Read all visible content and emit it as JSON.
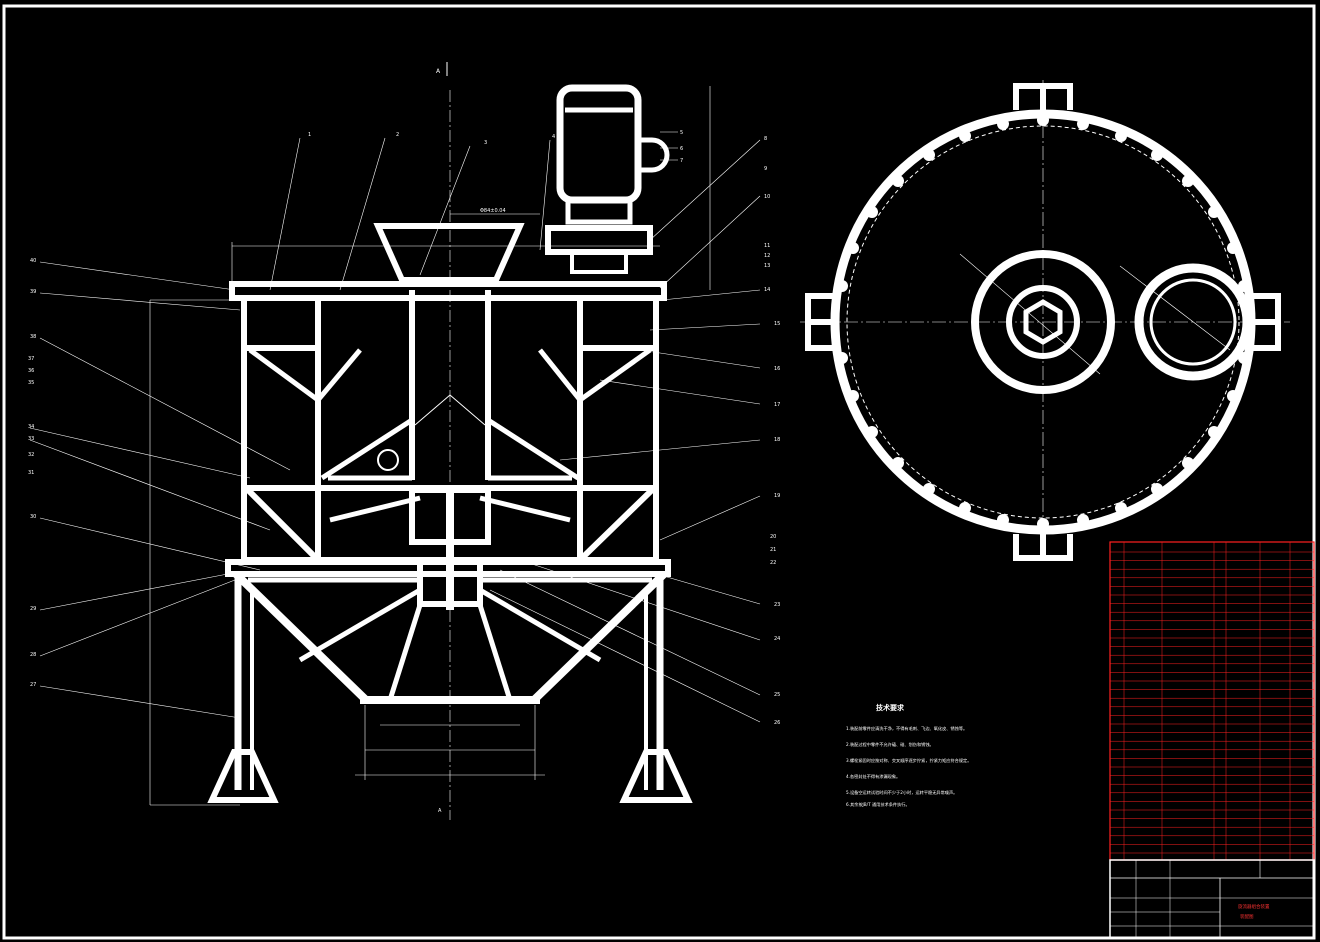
{
  "drawing": {
    "view_label": "A",
    "section_label": "A",
    "dimension_top": "Φ84±0.04",
    "parts_left": [
      "40",
      "39",
      "38",
      "37",
      "36",
      "35",
      "34",
      "33",
      "32",
      "31",
      "30",
      "29",
      "28",
      "27"
    ],
    "parts_top": [
      "1",
      "2",
      "3",
      "4"
    ],
    "parts_motor": [
      "5",
      "6",
      "7"
    ],
    "parts_right": [
      "8",
      "9",
      "10",
      "11",
      "12",
      "13",
      "14",
      "15",
      "16",
      "17",
      "18",
      "19",
      "20",
      "21",
      "22",
      "23",
      "24",
      "25",
      "26"
    ]
  },
  "notes": {
    "title": "技术要求",
    "lines": [
      "1.装配前零件应清洗干净，不得有毛刺、飞边、氧化皮、锈蚀等。",
      "2.装配过程中零件不允许磕、碰、划伤和锈蚀。",
      "3.螺栓紧固时应按对称、交叉顺序逐步拧紧，拧紧力矩应符合规定。",
      "4.各密封处不得有渗漏现象。",
      "5.设备空运转试验时间不少于2小时，运转平稳无异常噪声。",
      "6.其余按JB/T 通用技术条件执行。"
    ]
  },
  "title_block": {
    "drawing_title": "旋流器组合装置",
    "subtitle": "装配图"
  }
}
